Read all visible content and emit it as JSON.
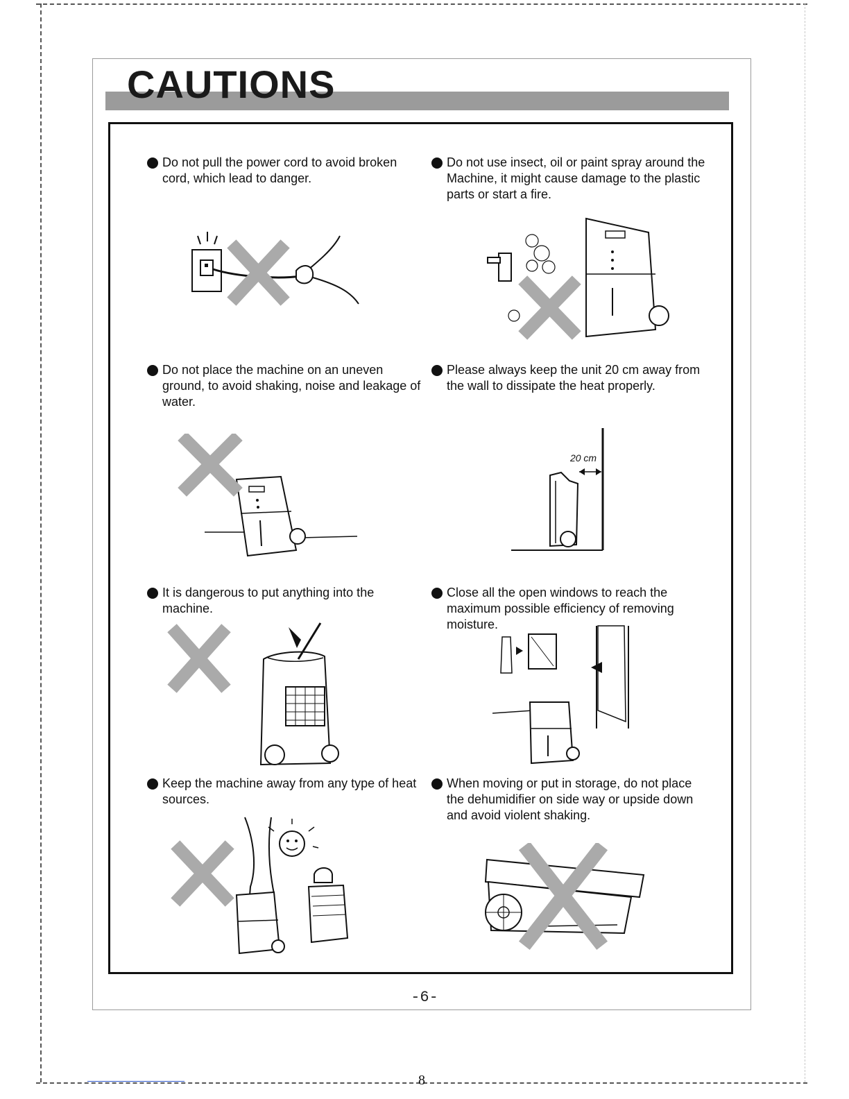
{
  "page": {
    "title": "CAUTIONS",
    "page_number": "-6-",
    "footer_number": "8"
  },
  "cautions": [
    {
      "id": "power-cord",
      "text": "Do not pull the power cord to avoid broken cord, which lead to danger."
    },
    {
      "id": "spray",
      "text": "Do not use insect, oil or paint spray around the Machine, it might cause damage to the plastic parts or start a fire."
    },
    {
      "id": "uneven-ground",
      "text": "Do not place the machine on an uneven ground, to avoid shaking, noise and leakage of water."
    },
    {
      "id": "wall-distance",
      "text": "Please always keep the unit 20 cm away from the wall to dissipate the heat properly."
    },
    {
      "id": "insert-objects",
      "text": "It is dangerous to put anything into the machine."
    },
    {
      "id": "close-windows",
      "text": "Close all the open windows to reach the maximum possible efficiency of removing moisture."
    },
    {
      "id": "heat-sources",
      "text": "Keep the machine away from any type of heat sources."
    },
    {
      "id": "storage",
      "text": "When moving or put in storage, do not place the dehumidifier on side way or upside down and avoid violent shaking."
    }
  ],
  "illustrations": {
    "wall_distance_label": "20 cm"
  }
}
